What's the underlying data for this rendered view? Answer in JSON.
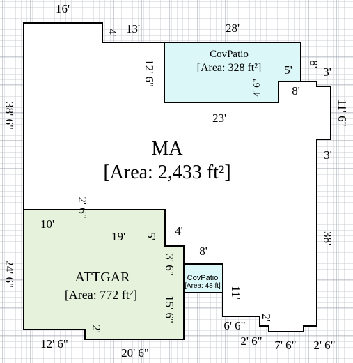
{
  "colors": {
    "background": "#ffffff",
    "grid_minor": "#c9ccd4",
    "grid_major": "#9ea3ad",
    "outline": "#000000",
    "main_area_fill": "#ffffff",
    "garage_fill": "#e6f2dc",
    "patio_fill": "#dcf7f7"
  },
  "rooms": {
    "main": {
      "name": "MA",
      "area": "[Area: 2,433 ft²]"
    },
    "garage": {
      "name": "ATTGAR",
      "area": "[Area: 772 ft²]"
    },
    "patio_large": {
      "name": "CovPatio",
      "area": "[Area: 328 ft²]"
    },
    "patio_small": {
      "name": "CovPatio",
      "area": "[Area: 48 ft]"
    }
  },
  "dimensions": {
    "top_left_width": "16'",
    "left_step": "4'",
    "step_run": "13'",
    "patio_top": "28'",
    "patio_left": "12' 6\"",
    "patio_bottom": "23'",
    "right_notch_drop": "8'",
    "right_notch_top": "3'",
    "patio_notch_run": "5'",
    "patio_notch_depth": "4' 6\"",
    "notch_bottom": "8'",
    "right_upper": "11' 6\"",
    "right_jog": "3'",
    "left_main": "38' 6\"",
    "right_main": "38'",
    "garage_top_step": "2' 6\"",
    "garage_top_left": "10'",
    "garage_top_right": "19'",
    "garage_right_drop": "5'",
    "garage_right_run": "4'",
    "garage_right_mid": "3' 6\"",
    "small_patio_top": "8'",
    "small_patio_right": "11'",
    "garage_right_low": "15' 6\"",
    "garage_left": "24' 6\"",
    "garage_bottom_left": "12' 6\"",
    "garage_bottom_step": "2'",
    "garage_bottom_right": "20' 6\"",
    "bottom_run_a": "6' 6\"",
    "bottom_step_a": "2'",
    "bottom_run_b": "2' 6\"",
    "bottom_run_c": "7' 6\"",
    "bottom_run_d": "2' 6\""
  }
}
